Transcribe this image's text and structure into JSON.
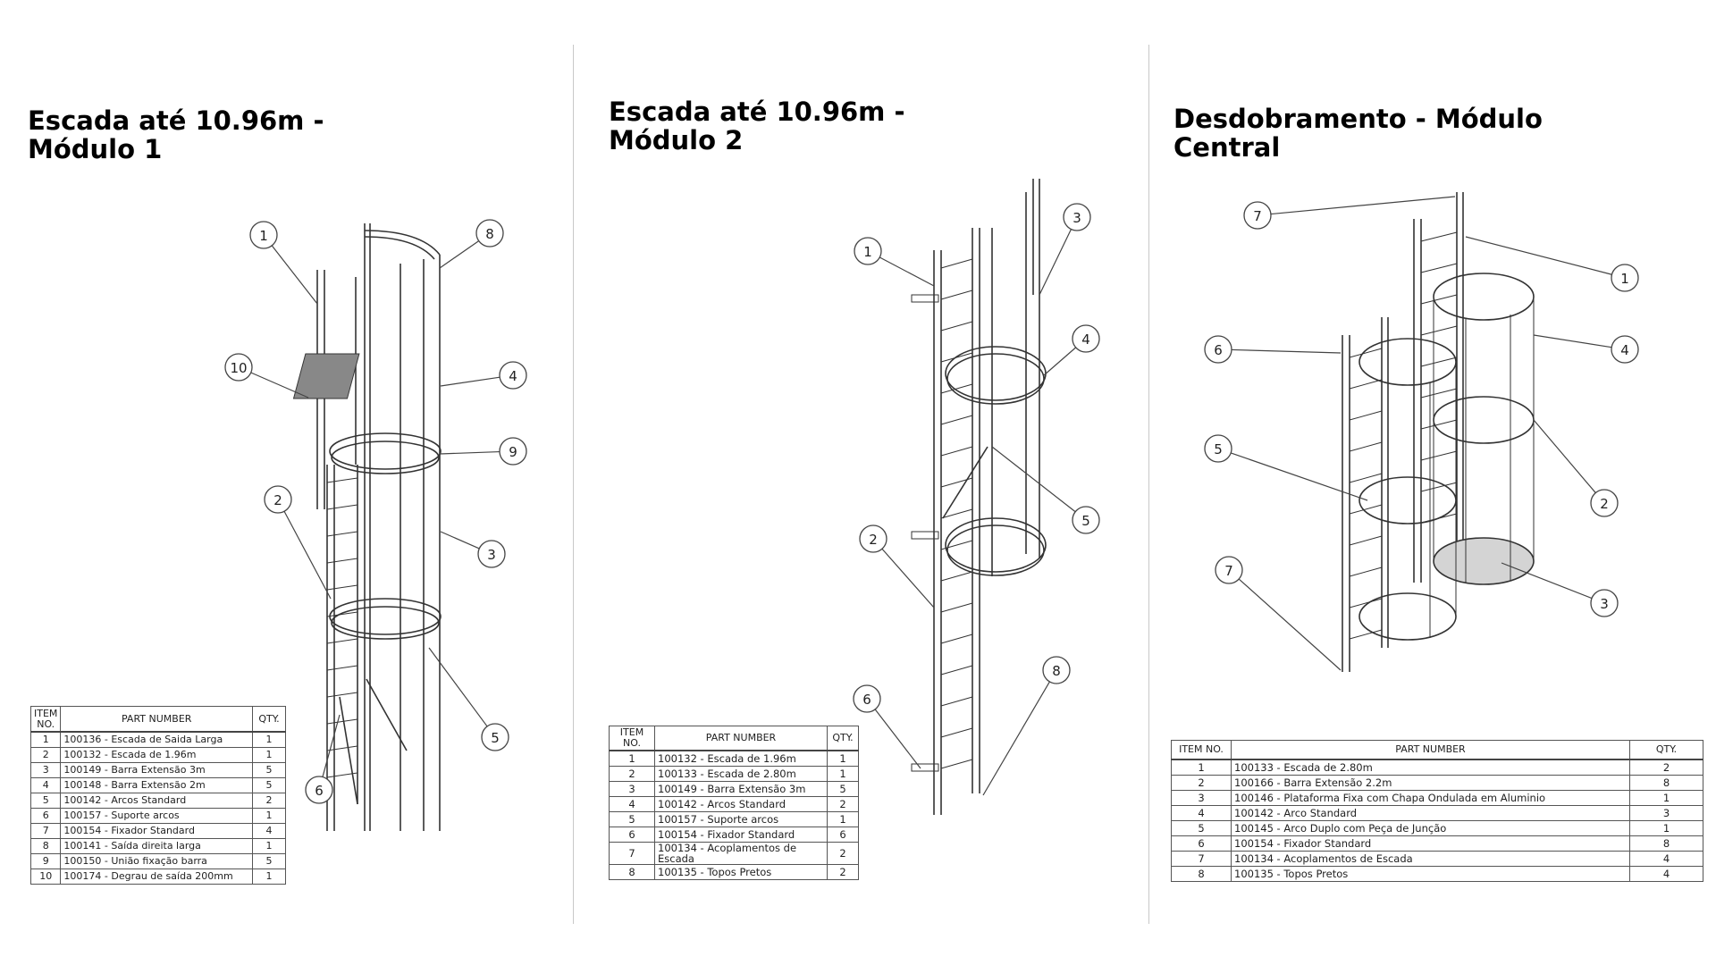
{
  "panels": [
    {
      "title": "Escada até 10.96m -\nMódulo 1",
      "table": {
        "headers": [
          "ITEM NO.",
          "PART NUMBER",
          "QTY."
        ],
        "rows": [
          [
            "1",
            "100136 - Escada de Saida Larga",
            "1"
          ],
          [
            "2",
            "100132 - Escada de 1.96m",
            "1"
          ],
          [
            "3",
            "100149 - Barra Extensão 3m",
            "5"
          ],
          [
            "4",
            "100148 - Barra Extensão 2m",
            "5"
          ],
          [
            "5",
            "100142 - Arcos Standard",
            "2"
          ],
          [
            "6",
            "100157 - Suporte arcos",
            "1"
          ],
          [
            "7",
            "100154 - Fixador Standard",
            "4"
          ],
          [
            "8",
            "100141 - Saída direita larga",
            "1"
          ],
          [
            "9",
            "100150 - União fixação barra",
            "5"
          ],
          [
            "10",
            "100174 - Degrau de saída 200mm",
            "1"
          ]
        ]
      },
      "callouts": [
        "1",
        "8",
        "10",
        "4",
        "9",
        "2",
        "3",
        "5",
        "6"
      ]
    },
    {
      "title": "Escada até 10.96m -\nMódulo 2",
      "table": {
        "headers": [
          "ITEM NO.",
          "PART NUMBER",
          "QTY."
        ],
        "rows": [
          [
            "1",
            "100132 - Escada de 1.96m",
            "1"
          ],
          [
            "2",
            "100133 - Escada de 2.80m",
            "1"
          ],
          [
            "3",
            "100149 - Barra Extensão 3m",
            "5"
          ],
          [
            "4",
            "100142 - Arcos Standard",
            "2"
          ],
          [
            "5",
            "100157 - Suporte arcos",
            "1"
          ],
          [
            "6",
            "100154 - Fixador Standard",
            "6"
          ],
          [
            "7",
            "100134 - Acoplamentos de Escada",
            "2"
          ],
          [
            "8",
            "100135 - Topos Pretos",
            "2"
          ]
        ]
      },
      "callouts": [
        "1",
        "3",
        "4",
        "5",
        "2",
        "6",
        "8"
      ]
    },
    {
      "title": "Desdobramento - Módulo\nCentral",
      "table": {
        "headers": [
          "ITEM NO.",
          "PART NUMBER",
          "QTY."
        ],
        "rows": [
          [
            "1",
            "100133 - Escada de 2.80m",
            "2"
          ],
          [
            "2",
            "100166 - Barra Extensão 2.2m",
            "8"
          ],
          [
            "3",
            "100146 - Plataforma Fixa com Chapa Ondulada em Aluminio",
            "1"
          ],
          [
            "4",
            "100142 - Arco Standard",
            "3"
          ],
          [
            "5",
            "100145 - Arco Duplo com Peça de Junção",
            "1"
          ],
          [
            "6",
            "100154 - Fixador Standard",
            "8"
          ],
          [
            "7",
            "100134 - Acoplamentos de Escada",
            "4"
          ],
          [
            "8",
            "100135 - Topos Pretos",
            "4"
          ]
        ]
      },
      "callouts": [
        "7",
        "1",
        "6",
        "4",
        "5",
        "2",
        "7",
        "3"
      ]
    }
  ]
}
